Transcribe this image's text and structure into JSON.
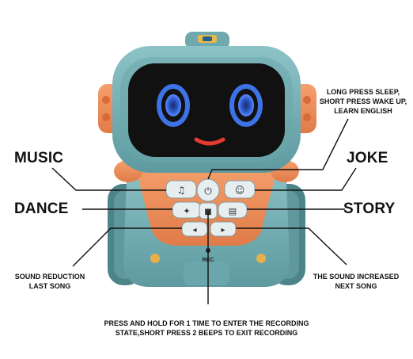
{
  "labels": {
    "music": "MUSIC",
    "joke": "JOKE",
    "dance": "DANCE",
    "story": "STORY",
    "sleep_line1": "LONG PRESS SLEEP,",
    "sleep_line2": "SHORT PRESS WAKE UP,",
    "sleep_line3": "LEARN ENGLISH",
    "reduce_line1": "SOUND REDUCTION",
    "reduce_line2": "LAST SONG",
    "increase_line1": "THE SOUND INCREASED",
    "increase_line2": "NEXT SONG",
    "record_line1": "PRESS AND HOLD FOR 1 TIME TO ENTER THE RECORDING",
    "record_line2": "STATE,SHORT PRESS 2 BEEPS TO EXIT RECORDING",
    "rec_mark": "REC"
  },
  "colors": {
    "body": "#73aeb3",
    "accent": "#f08f5e",
    "screen": "#111111",
    "eye": "#3d73e6",
    "mouth": "#e33b2f"
  },
  "buttons": [
    {
      "icon": "music-note-icon"
    },
    {
      "icon": "power-icon"
    },
    {
      "icon": "smile-icon"
    },
    {
      "icon": "dance-icon"
    },
    {
      "icon": "record-icon"
    },
    {
      "icon": "book-icon"
    },
    {
      "icon": "volume-down-icon"
    },
    {
      "icon": "volume-up-icon"
    }
  ]
}
